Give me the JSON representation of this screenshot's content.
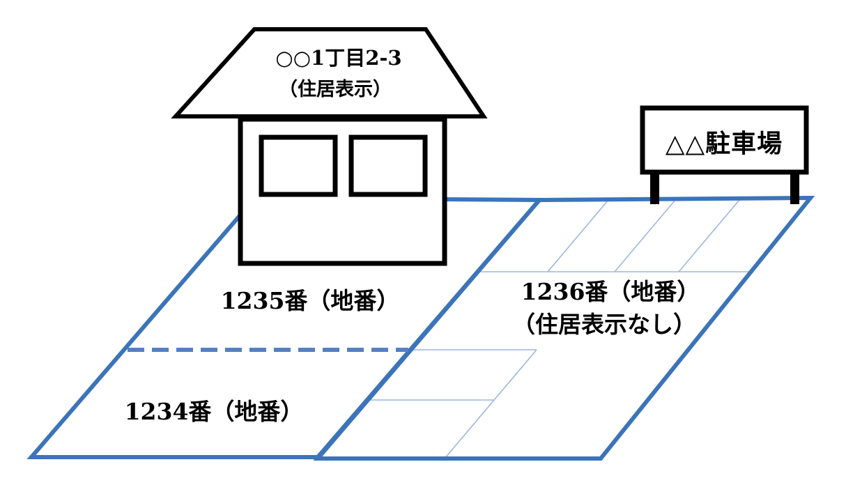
{
  "house": {
    "address_line1": "○○1丁目2-3",
    "address_line2": "（住居表示）"
  },
  "parking_sign": {
    "label": "△△駐車場"
  },
  "parcels": {
    "p1235": {
      "label": "1235番（地番）"
    },
    "p1234": {
      "label": "1234番（地番）"
    },
    "p1236": {
      "label_line1": "1236番（地番）",
      "label_line2": "（住居表示なし）"
    }
  },
  "colors": {
    "parcel_border": "#3b74b9",
    "divider_dash": "#5580c2",
    "parking_line": "#9db7dc",
    "structure_outline": "#000000",
    "background": "#ffffff"
  }
}
